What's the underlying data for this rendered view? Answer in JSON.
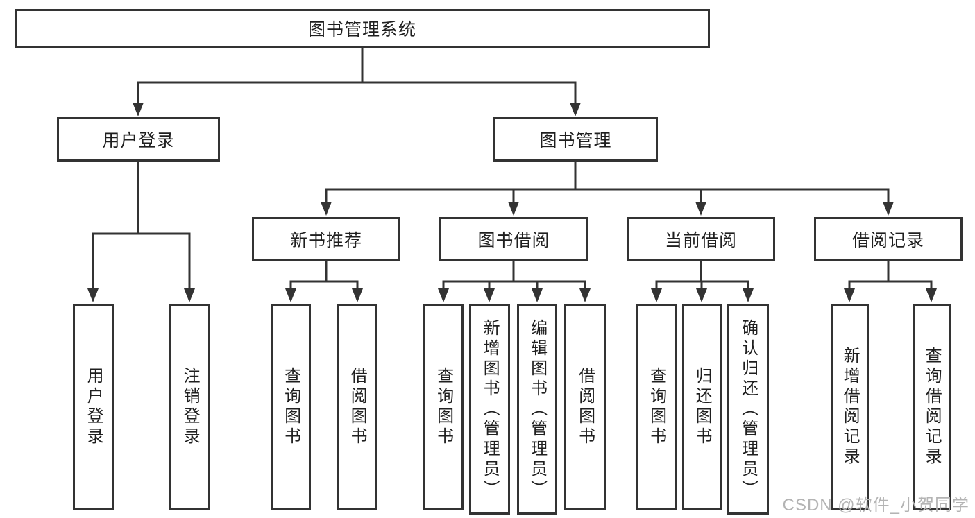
{
  "diagram": {
    "root": "图书管理系统",
    "user_login": {
      "label": "用户登录",
      "children": {
        "login": "用户登录",
        "logout": "注销登录"
      }
    },
    "book_mgmt": {
      "label": "图书管理",
      "new_books": {
        "label": "新书推荐",
        "children": {
          "query": "查询图书",
          "borrow": "借阅图书"
        }
      },
      "book_borrow": {
        "label": "图书借阅",
        "children": {
          "query": "查询图书",
          "add": "新增图书（管理员）",
          "edit": "编辑图书（管理员）",
          "borrow": "借阅图书"
        }
      },
      "current_borrow": {
        "label": "当前借阅",
        "children": {
          "query": "查询图书",
          "return": "归还图书",
          "confirm": "确认归还（管理员）"
        }
      },
      "borrow_records": {
        "label": "借阅记录",
        "children": {
          "add": "新增借阅记录",
          "query": "查询借阅记录"
        }
      }
    }
  },
  "watermark": "CSDN @软件_小贺同学"
}
